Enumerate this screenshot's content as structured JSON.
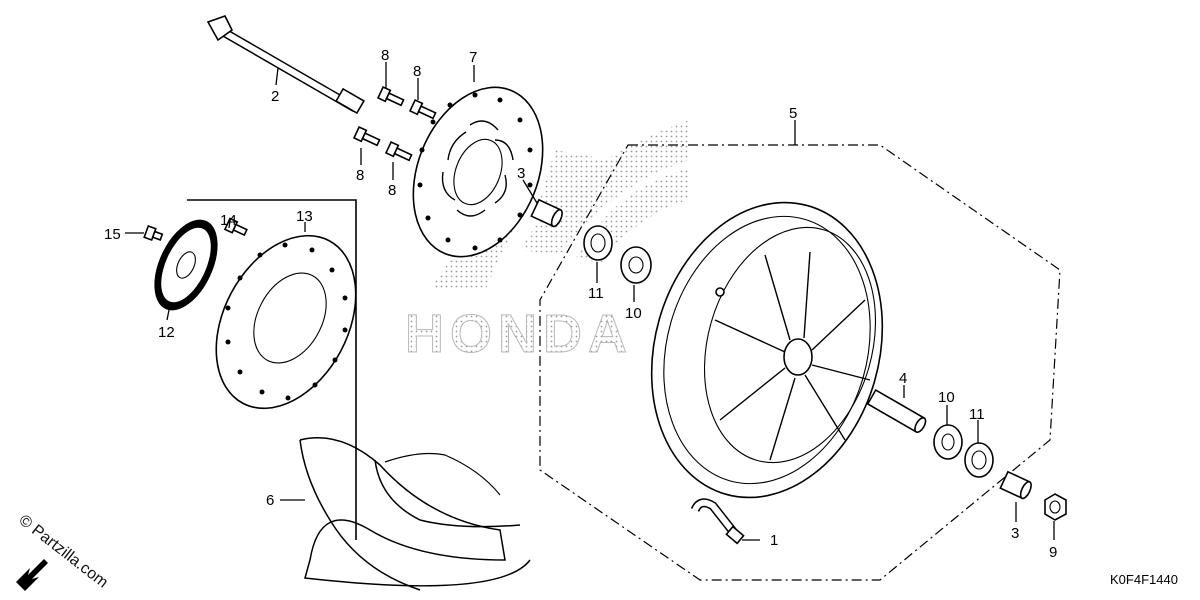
{
  "diagram": {
    "diagram_code": "K0F4F1440",
    "brand_watermark": "HONDA",
    "copyright": "© Partzilla.com",
    "callouts": {
      "c1": "1",
      "c2": "2",
      "c3a": "3",
      "c3b": "3",
      "c4": "4",
      "c5": "5",
      "c6": "6",
      "c7": "7",
      "c8a": "8",
      "c8b": "8",
      "c8c": "8",
      "c8d": "8",
      "c9": "9",
      "c10a": "10",
      "c10b": "10",
      "c11a": "11",
      "c11b": "11",
      "c12": "12",
      "c13": "13",
      "c14": "14",
      "c15": "15"
    }
  }
}
